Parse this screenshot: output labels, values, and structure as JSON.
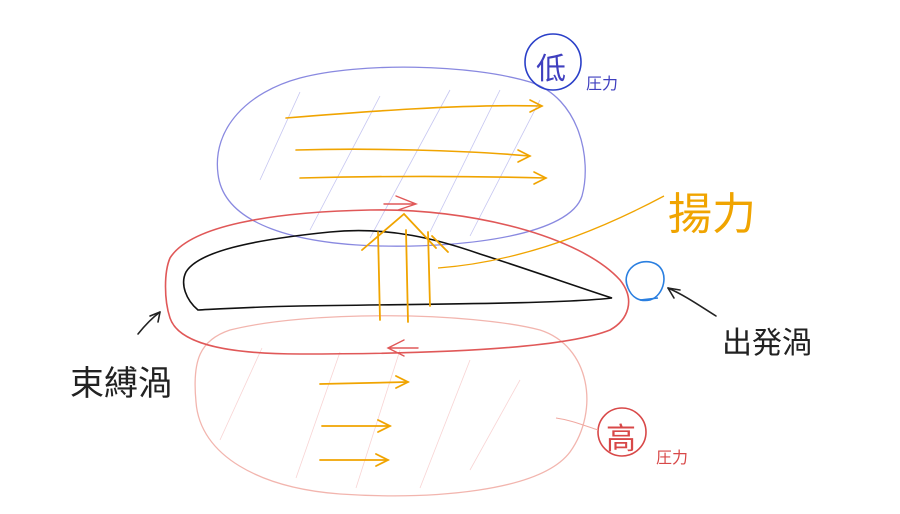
{
  "labels": {
    "bound_vortex": "束縛渦",
    "starting_vortex": "出発渦",
    "lift": "揚力",
    "low": "低",
    "high": "高",
    "pressure": "圧力"
  },
  "colors": {
    "low_pressure": "#6b6bd8",
    "high_pressure": "#f0a8a0",
    "bound_vortex": "#e05858",
    "starting_vortex": "#2a7fe0",
    "flow": "#f0a400",
    "wing": "#111111",
    "pointer": "#222222"
  }
}
